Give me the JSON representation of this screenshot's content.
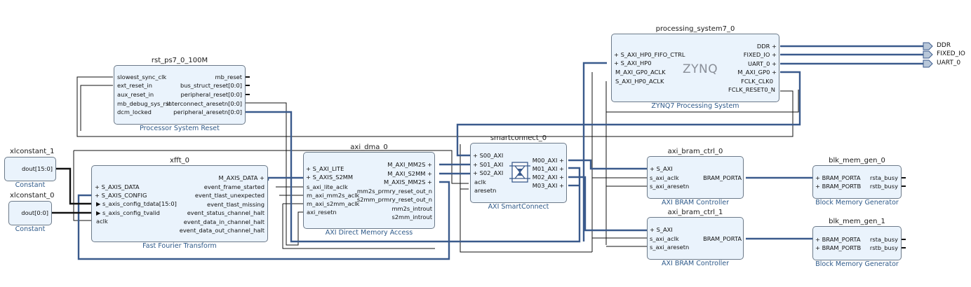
{
  "blocks": {
    "processing_system7_0": {
      "title": "processing_system7_0",
      "subtitle": "ZYNQ7 Processing System",
      "logo": "ZYNQ",
      "pins_left": [
        "S_AXI_HP0_FIFO_CTRL",
        "S_AXI_HP0",
        "M_AXI_GP0_ACLK",
        "S_AXI_HP0_ACLK"
      ],
      "pins_right": [
        "DDR",
        "FIXED_IO",
        "UART_0",
        "M_AXI_GP0",
        "FCLK_CLK0",
        "FCLK_RESET0_N"
      ]
    },
    "rst_ps7_0_100M": {
      "title": "rst_ps7_0_100M",
      "subtitle": "Processor System Reset",
      "pins_left": [
        "slowest_sync_clk",
        "ext_reset_in",
        "aux_reset_in",
        "mb_debug_sys_rst",
        "dcm_locked"
      ],
      "pins_right": [
        "mb_reset",
        "bus_struct_reset[0:0]",
        "peripheral_reset[0:0]",
        "interconnect_aresetn[0:0]",
        "peripheral_aresetn[0:0]"
      ]
    },
    "xlconstant_1": {
      "title": "xlconstant_1",
      "subtitle": "Constant",
      "pins_right": [
        "dout[15:0]"
      ]
    },
    "xlconstant_0": {
      "title": "xlconstant_0",
      "subtitle": "Constant",
      "pins_right": [
        "dout[0:0]"
      ]
    },
    "xfft_0": {
      "title": "xfft_0",
      "subtitle": "Fast Fourier Transform",
      "pins_left": [
        "S_AXIS_DATA",
        "S_AXIS_CONFIG",
        "s_axis_config_tdata[15:0]",
        "s_axis_config_tvalid",
        "aclk"
      ],
      "pins_right": [
        "M_AXIS_DATA",
        "event_frame_started",
        "event_tlast_unexpected",
        "event_tlast_missing",
        "event_status_channel_halt",
        "event_data_in_channel_halt",
        "event_data_out_channel_halt"
      ]
    },
    "axi_dma_0": {
      "title": "axi_dma_0",
      "subtitle": "AXI Direct Memory Access",
      "pins_left": [
        "S_AXI_LITE",
        "S_AXIS_S2MM",
        "s_axi_lite_aclk",
        "m_axi_mm2s_aclk",
        "m_axi_s2mm_aclk",
        "axi_resetn"
      ],
      "pins_right": [
        "M_AXI_MM2S",
        "M_AXI_S2MM",
        "M_AXIS_MM2S",
        "mm2s_prmry_reset_out_n",
        "s2mm_prmry_reset_out_n",
        "mm2s_introut",
        "s2mm_introut"
      ]
    },
    "smartconnect_0": {
      "title": "smartconnect_0",
      "subtitle": "AXI SmartConnect",
      "pins_left": [
        "S00_AXI",
        "S01_AXI",
        "S02_AXI",
        "aclk",
        "aresetn"
      ],
      "pins_right": [
        "M00_AXI",
        "M01_AXI",
        "M02_AXI",
        "M03_AXI"
      ]
    },
    "axi_bram_ctrl_0": {
      "title": "axi_bram_ctrl_0",
      "subtitle": "AXI BRAM Controller",
      "pins_left": [
        "S_AXI",
        "s_axi_aclk",
        "s_axi_aresetn"
      ],
      "pins_right": [
        "BRAM_PORTA"
      ]
    },
    "axi_bram_ctrl_1": {
      "title": "axi_bram_ctrl_1",
      "subtitle": "AXI BRAM Controller",
      "pins_left": [
        "S_AXI",
        "s_axi_aclk",
        "s_axi_aresetn"
      ],
      "pins_right": [
        "BRAM_PORTA"
      ]
    },
    "blk_mem_gen_0": {
      "title": "blk_mem_gen_0",
      "subtitle": "Block Memory Generator",
      "pins_left": [
        "BRAM_PORTA",
        "BRAM_PORTB"
      ],
      "pins_right": [
        "rsta_busy",
        "rstb_busy"
      ]
    },
    "blk_mem_gen_1": {
      "title": "blk_mem_gen_1",
      "subtitle": "Block Memory Generator",
      "pins_left": [
        "BRAM_PORTA",
        "BRAM_PORTB"
      ],
      "pins_right": [
        "rsta_busy",
        "rstb_busy"
      ]
    }
  },
  "external_ports": [
    "DDR",
    "FIXED_IO",
    "UART_0"
  ],
  "colors": {
    "block_fill": "#eaf3fc",
    "block_border": "#6c7a89",
    "subtitle": "#2e5a8a",
    "bus_wire": "#3a5a8c",
    "signal_wire": "#111111"
  }
}
